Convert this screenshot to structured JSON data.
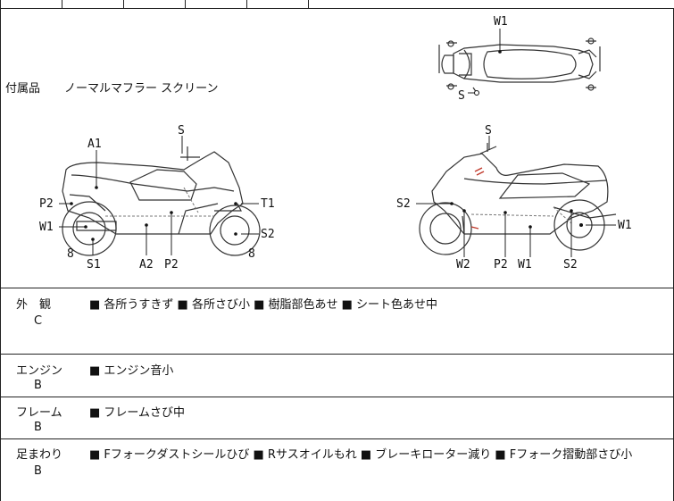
{
  "accessories": {
    "label": "付属品",
    "value": "ノーマルマフラー スクリーン"
  },
  "diagram_labels": {
    "top_w1": "W1",
    "top_s": "S",
    "left_a1": "A1",
    "left_s": "S",
    "left_p2": "P2",
    "left_w1": "W1",
    "left_t1": "T1",
    "left_s2": "S2",
    "left_8a": "8",
    "left_8b": "8",
    "left_s1": "S1",
    "left_a2": "A2",
    "left_p2b": "P2",
    "right_s": "S",
    "right_s2": "S2",
    "right_w1": "W1",
    "right_w2": "W2",
    "right_p2": "P2",
    "right_w1b": "W1",
    "right_s2b": "S2"
  },
  "sections": [
    {
      "label": "外　観",
      "grade": "C",
      "notes": "■ 各所うすきず ■ 各所さび小 ■ 樹脂部色あせ ■ シート色あせ中"
    },
    {
      "label": "エンジン",
      "grade": "B",
      "notes": "■ エンジン音小"
    },
    {
      "label": "フレーム",
      "grade": "B",
      "notes": "■ フレームさび中"
    },
    {
      "label": "足まわり",
      "grade": "B",
      "notes": "■ Fフォークダストシールひび ■ Rサスオイルもれ ■ ブレーキローター減り ■ Fフォーク摺動部さび小"
    }
  ]
}
